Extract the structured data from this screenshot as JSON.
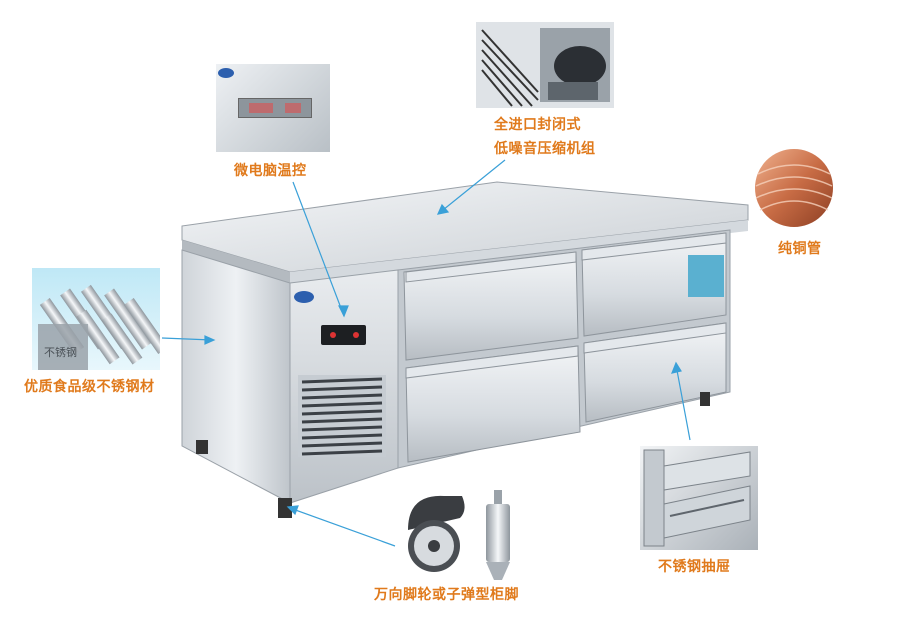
{
  "callouts": {
    "thermostat": "微电脑温控",
    "compressor_line1": "全进口封闭式",
    "compressor_line2": "低噪音压缩机组",
    "copper_tube": "纯铜管",
    "stainless_material": "优质食品级不锈钢材",
    "stainless_drawer": "不锈钢抽屉",
    "casters": "万向脚轮或子弹型柜脚"
  },
  "inset_texts": {
    "stainless_stamp": "不锈钢"
  },
  "colors": {
    "callout_text": "#e07a1c",
    "leader_line": "#3aa0d8",
    "steel_light": "#eceff2",
    "steel_dark": "#a9b0b6"
  },
  "icons": {
    "brand_logo": "brand-logo",
    "caster_wheel": "caster-wheel-icon",
    "bullet_foot": "bullet-foot-icon"
  }
}
